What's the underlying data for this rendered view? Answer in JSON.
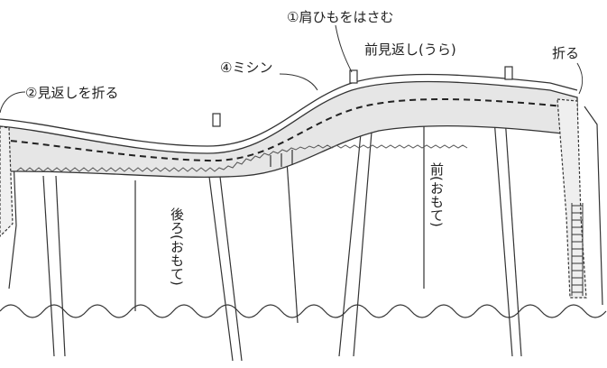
{
  "labels": {
    "step1": "①肩ひもをはさむ",
    "step2": "②見返しを折る",
    "step4": "④ミシン",
    "facing_back": "前見返し(うら)",
    "fold": "折る",
    "back_right_side": "後ろ(おもて)",
    "front_right_side": "前(おもて)"
  },
  "colors": {
    "line": "#333333",
    "facing_fill": "#e6e6e6",
    "stitch": "#222222",
    "zigzag": "#555555"
  }
}
